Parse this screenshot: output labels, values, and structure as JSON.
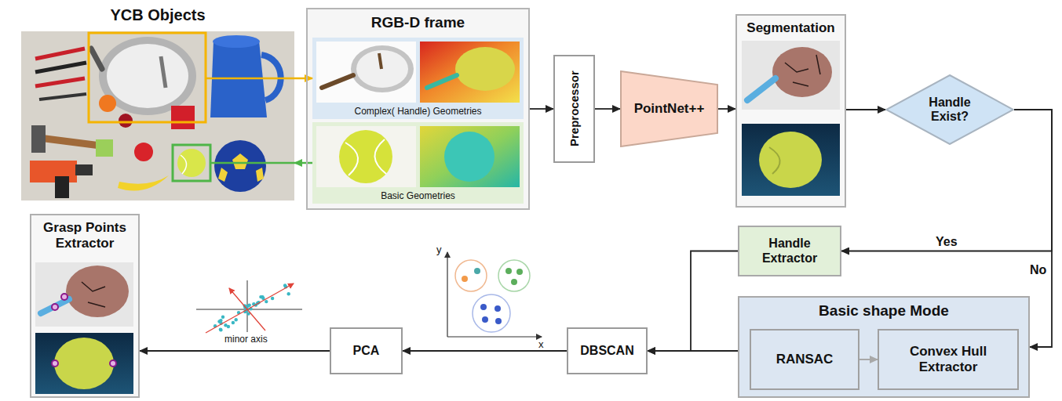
{
  "diagram": {
    "nodes": [
      {
        "text": [
          "YCB Objects"
        ]
      },
      {
        "text": [
          "RGB-D frame"
        ]
      },
      {
        "text": [
          "Complex( Handle) Geometries"
        ],
        "in": 1
      },
      {
        "text": [
          "Basic Geometries"
        ],
        "in": 1
      },
      {
        "text": [
          "Preprocessor"
        ]
      },
      {
        "text": [
          "PointNet++"
        ]
      },
      {
        "text": [
          "Segmentation"
        ]
      },
      {
        "text": [
          "Handle Exist?"
        ]
      },
      {
        "text": [
          "Handle Extractor"
        ]
      },
      {
        "text": [
          "Basic shape Mode"
        ]
      },
      {
        "text": [
          "RANSAC"
        ],
        "in": 9
      },
      {
        "text": [
          "Convex Hull Extractor"
        ],
        "in": 9
      },
      {
        "text": [
          "DBSCAN"
        ]
      },
      {
        "text": [
          "PCA"
        ]
      },
      {
        "text": [
          "Grasp Points Extractor"
        ]
      }
    ],
    "edges": [
      {
        "from": 0,
        "to": 2,
        "arrow": "to"
      },
      {
        "from": 3,
        "to": 0,
        "arrow": "to"
      },
      {
        "from": 1,
        "to": 4,
        "arrow": "to"
      },
      {
        "from": 4,
        "to": 5,
        "arrow": "to"
      },
      {
        "from": 5,
        "to": 6,
        "arrow": "to"
      },
      {
        "from": 6,
        "to": 7,
        "arrow": "to"
      },
      {
        "from": 7,
        "to": 8,
        "label": "Yes",
        "arrow": "to"
      },
      {
        "from": 7,
        "to": 9,
        "label": "No",
        "arrow": "to"
      },
      {
        "from": 10,
        "to": 11,
        "arrow": "to"
      },
      {
        "from": 8,
        "to": 12,
        "arrow": "to"
      },
      {
        "from": 9,
        "to": 12,
        "arrow": "to"
      },
      {
        "from": 12,
        "to": 13,
        "arrow": "to"
      },
      {
        "from": 13,
        "to": 14,
        "arrow": "to"
      }
    ],
    "labels": [
      "minor axis",
      "y",
      "x"
    ]
  }
}
